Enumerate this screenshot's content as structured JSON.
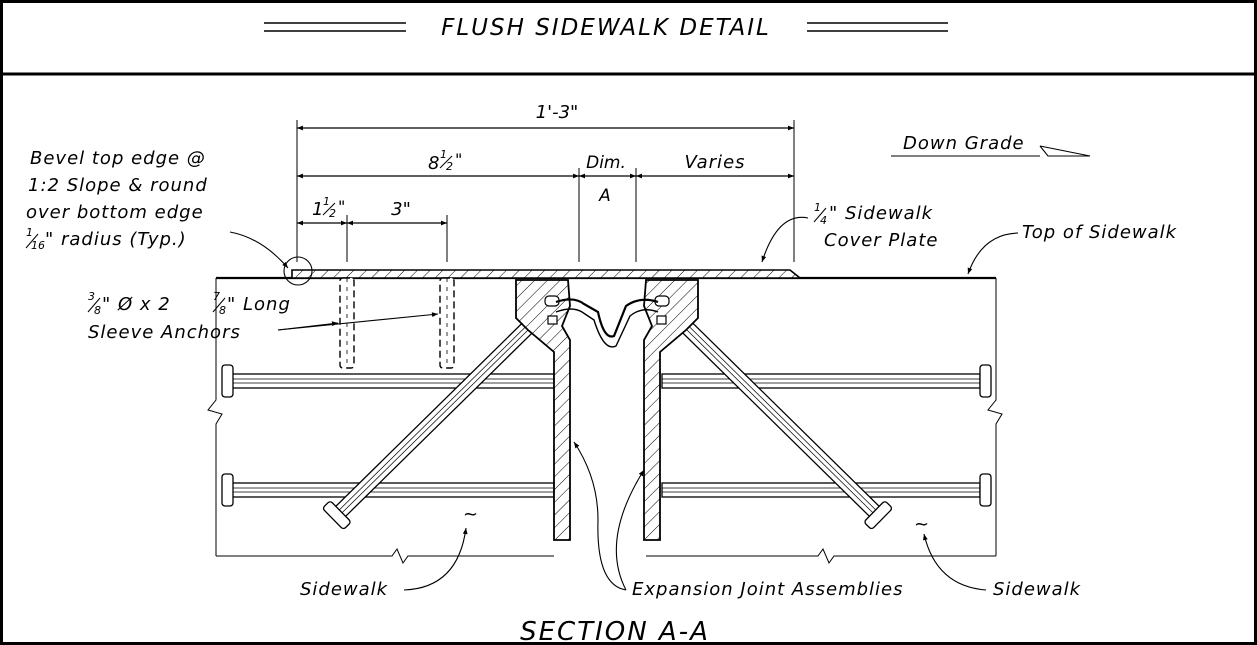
{
  "header": {
    "title": "FLUSH SIDEWALK DETAIL"
  },
  "dimensions": {
    "overall": "1'-3\"",
    "eight_half": {
      "whole": "8",
      "num": "1",
      "den": "2",
      "unit": "\""
    },
    "dim_a_line1": "Dim.",
    "dim_a_line2": "A",
    "varies": "Varies",
    "one_half": {
      "whole": "1",
      "num": "1",
      "den": "2",
      "unit": "\""
    },
    "three": "3\""
  },
  "annotations": {
    "bevel": {
      "line1": "Bevel top edge @",
      "line2": "1:2 Slope & round",
      "line3": "over bottom edge",
      "line4_num": "1",
      "line4_den": "16",
      "line4_rest": "\" radius (Typ.)"
    },
    "cover_plate": {
      "num": "1",
      "den": "4",
      "line1_rest": "\" Sidewalk",
      "line2": "Cover Plate"
    },
    "down_grade": "Down Grade",
    "top_of_sidewalk": "Top of Sidewalk",
    "anchors": {
      "num1": "3",
      "den1": "8",
      "mid": "\" Ø x 2",
      "num2": "7",
      "den2": "8",
      "rest": "\" Long",
      "line2": "Sleeve Anchors"
    },
    "sidewalk_left": "Sidewalk",
    "expansion_joint": "Expansion Joint Assemblies",
    "sidewalk_right": "Sidewalk"
  },
  "footer": {
    "section_title": "SECTION A-A"
  }
}
